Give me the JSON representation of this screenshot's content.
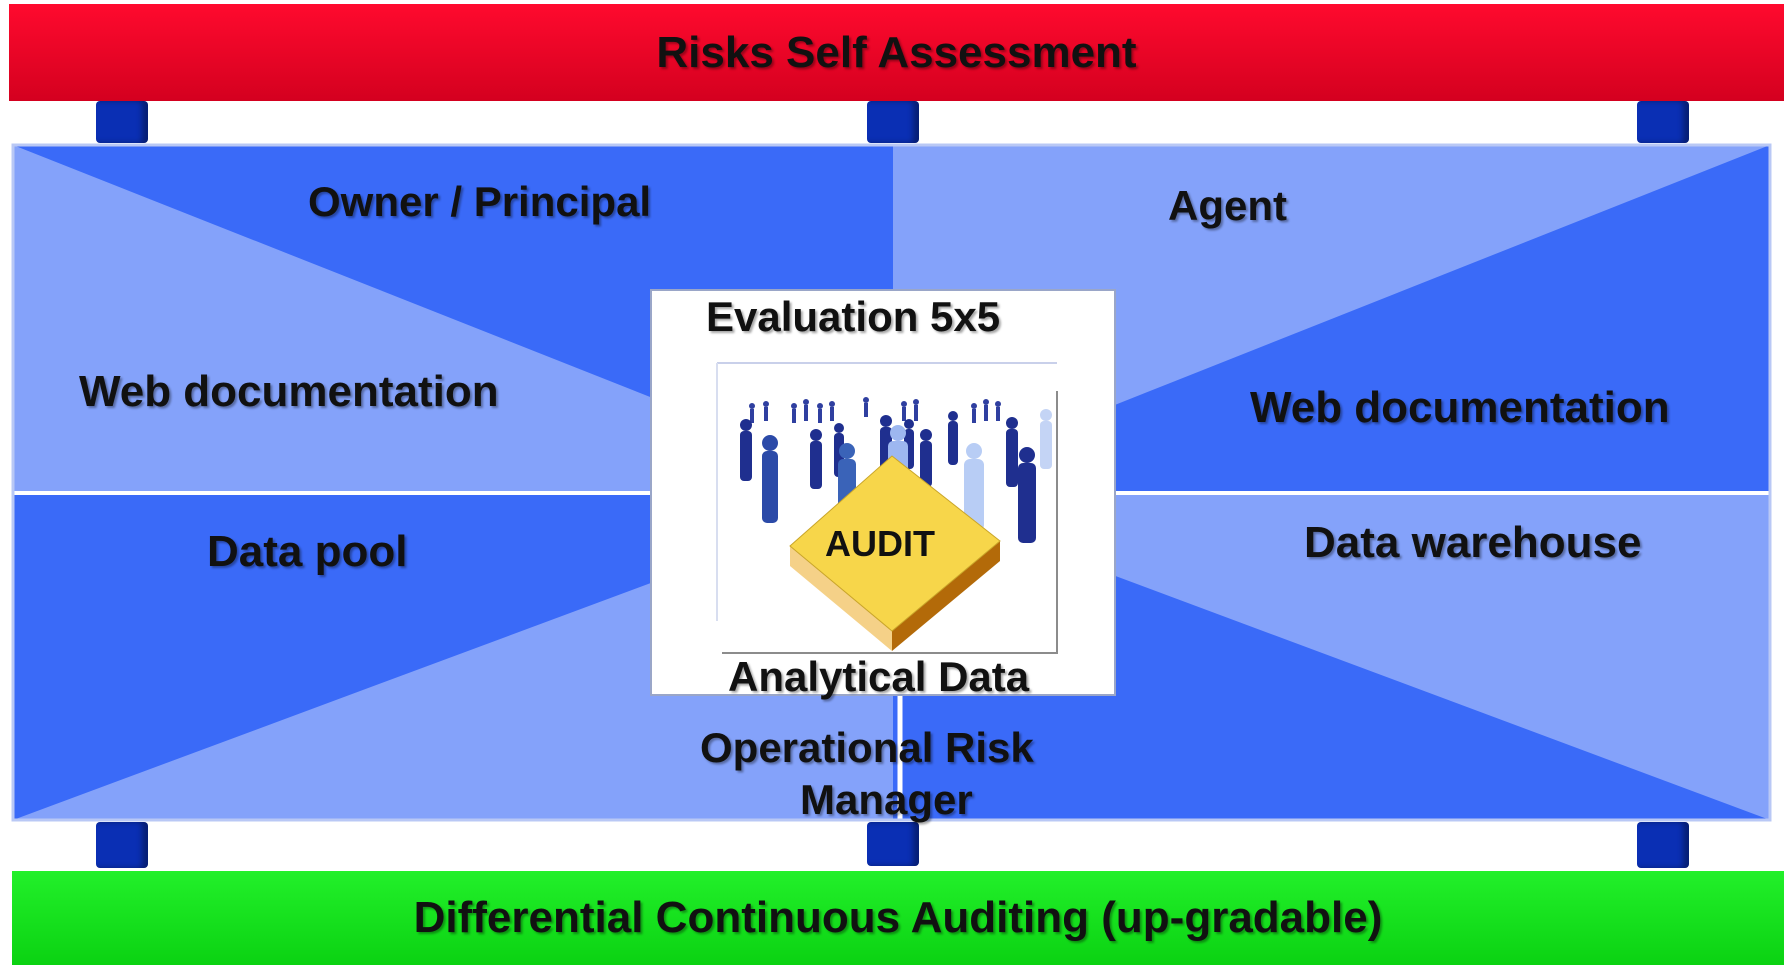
{
  "header": {
    "title": "Risks Self Assessment"
  },
  "footer": {
    "title": "Differential Continuous Auditing (up-gradable)"
  },
  "quadrants": {
    "top_left": "Owner / Principal",
    "top_right": "Agent",
    "mid_left": "Web documentation",
    "mid_right": "Web documentation",
    "low_left": "Data pool",
    "low_right": "Data warehouse"
  },
  "center": {
    "top_label": "Evaluation 5x5",
    "badge": "AUDIT",
    "bottom_label": "Analytical Data"
  },
  "bottom_center": {
    "line1": "Operational Risk",
    "line2": "Manager"
  },
  "colors": {
    "header": "#e8002a",
    "footer": "#12e41a",
    "dark_blue": "#3a6af8",
    "light_blue": "#84a2fa",
    "post": "#0a2fb4",
    "audit_gold": "#f7d64a"
  }
}
